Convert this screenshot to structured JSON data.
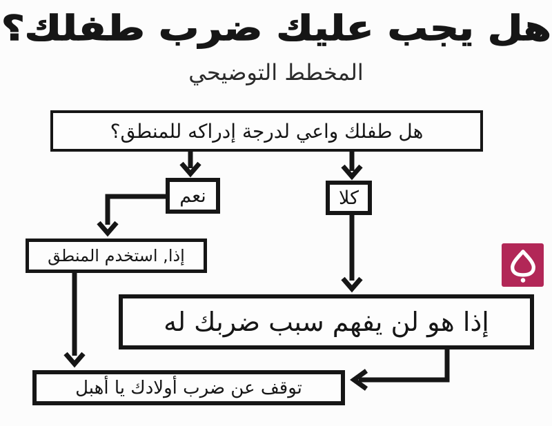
{
  "colors": {
    "ink": "#161616",
    "background": "#fcfcfc",
    "box_fill": "#fdfdfd",
    "badge_background": "#b22757",
    "badge_foreground": "#ffffff"
  },
  "header": {
    "title": "هل يجب عليك ضرب طفلك؟",
    "subtitle": "المخطط التوضيحي"
  },
  "flowchart": {
    "question": "هل طفلك واعي لدرجة إدراكه للمنطق؟",
    "yes_label": "نعم",
    "no_label": "كلا",
    "yes_result": "إذا, استخدم المنطق",
    "no_result": "إذا هو لن يفهم سبب ضربك له",
    "conclusion": "توقف عن ضرب أولادك يا أهبل"
  },
  "badge": {
    "glyph": "٥"
  }
}
